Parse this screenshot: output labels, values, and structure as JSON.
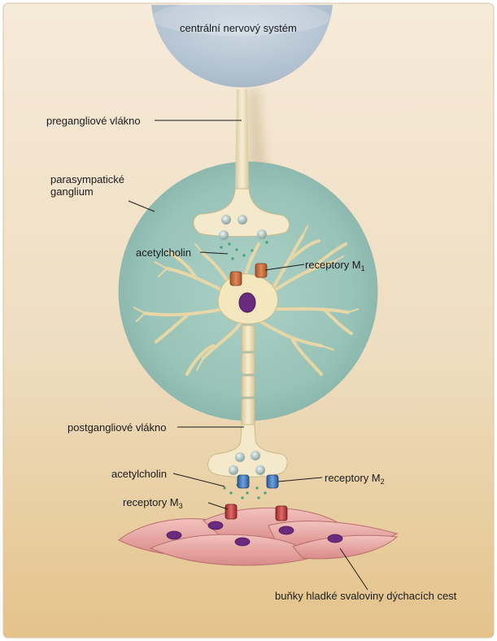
{
  "labels": {
    "cns": "centrální nervový systém",
    "preganglionic": "pregangliové vlákno",
    "ganglion_line1": "parasympatické",
    "ganglion_line2": "ganglium",
    "acetylcholine_top": "acetylcholin",
    "receptors_m1": "receptory M",
    "receptors_m1_sub": "1",
    "postganglionic": "postgangliové vlákno",
    "acetylcholine_bottom": "acetylcholin",
    "receptors_m2": "receptory M",
    "receptors_m2_sub": "2",
    "receptors_m3": "receptory M",
    "receptors_m3_sub": "3",
    "smooth_muscle": "buňky hladké svaloviny dýchacích cest"
  },
  "colors": {
    "background_top": "#f6ead9",
    "background_bottom": "#e6c68c",
    "cns": "#b9c8d6",
    "ganglion": "#8fbfb6",
    "neuron": "#f3e7bf",
    "nucleus": "#6a2a7e",
    "m1_receptor": "#c8683a",
    "m2_receptor": "#3f78c0",
    "m3_receptor": "#c03a3a",
    "smooth_muscle": "#e9a9a6"
  }
}
